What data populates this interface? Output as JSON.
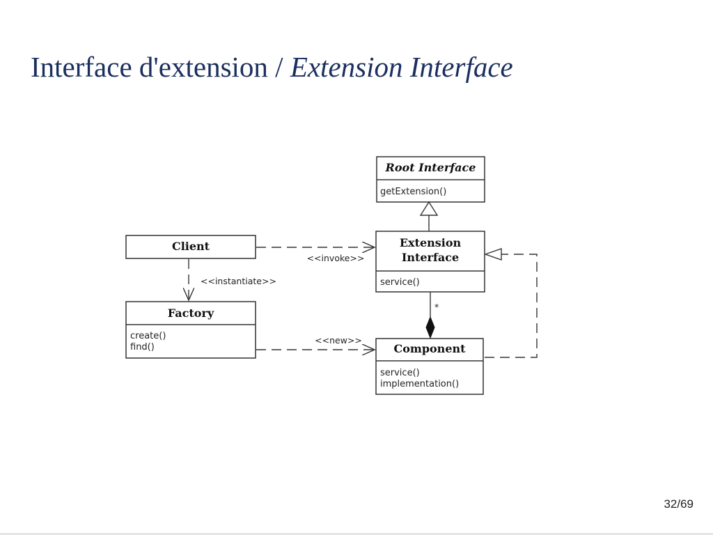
{
  "slide": {
    "title_plain": "Interface d'extension / ",
    "title_italic": "Extension Interface",
    "page_number": "32/69"
  },
  "diagram": {
    "classes": {
      "root_interface": {
        "name": "Root Interface",
        "members": [
          "getExtension()"
        ]
      },
      "extension_interface": {
        "name_line1": "Extension",
        "name_line2": "Interface",
        "members": [
          "service()"
        ]
      },
      "client": {
        "name": "Client",
        "members": []
      },
      "factory": {
        "name": "Factory",
        "members": [
          "create()",
          "find()"
        ]
      },
      "component": {
        "name": "Component",
        "members": [
          "service()",
          "implementation()"
        ]
      }
    },
    "relations": {
      "invoke_label": "<<invoke>>",
      "instantiate_label": "<<instantiate>>",
      "new_label": "<<new>>",
      "multiplicity": "*"
    }
  }
}
